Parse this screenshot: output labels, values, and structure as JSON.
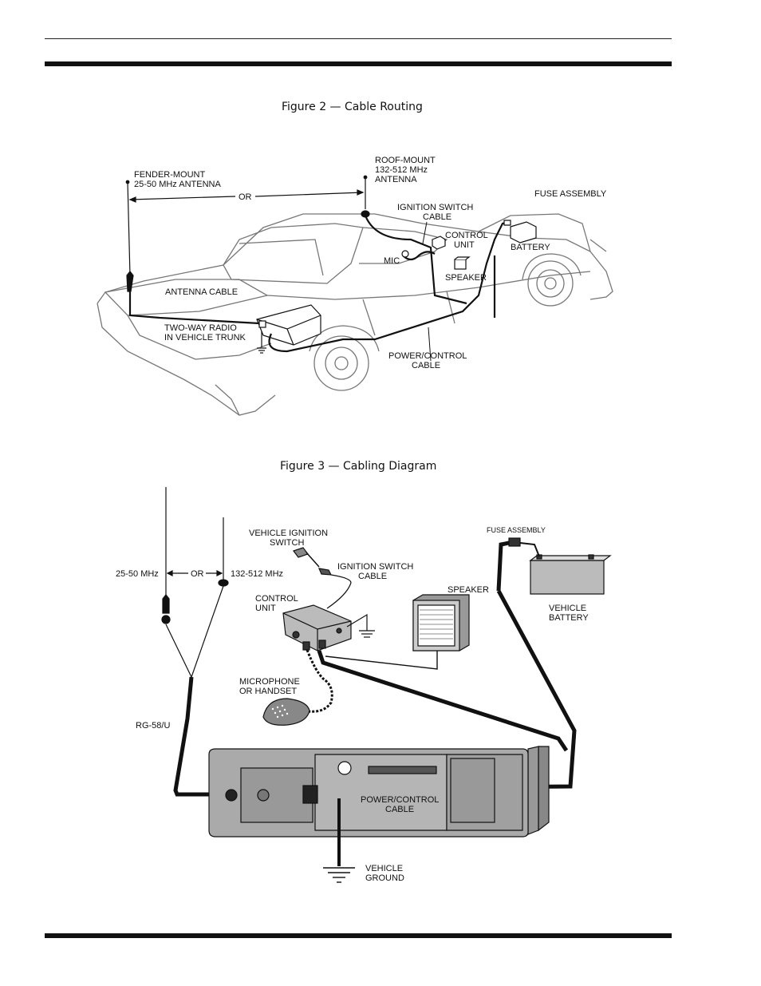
{
  "figure2": {
    "title": "Figure 2 — Cable Routing",
    "labels": {
      "fender_mount_1": "FENDER-MOUNT",
      "fender_mount_2": "25-50 MHz ANTENNA",
      "or": "OR",
      "roof_mount_1": "ROOF-MOUNT",
      "roof_mount_2": "132-512 MHz",
      "roof_mount_3": "ANTENNA",
      "fuse_assembly": "FUSE ASSEMBLY",
      "ignition_1": "IGNITION SWITCH",
      "ignition_2": "CABLE",
      "control_1": "CONTROL",
      "control_2": "UNIT",
      "battery": "BATTERY",
      "mic": "MIC",
      "speaker": "SPEAKER",
      "antenna_cable": "ANTENNA CABLE",
      "radio_1": "TWO-WAY RADIO",
      "radio_2": "IN VEHICLE TRUNK",
      "power_1": "POWER/CONTROL",
      "power_2": "CABLE"
    }
  },
  "figure3": {
    "title": "Figure 3 — Cabling Diagram",
    "labels": {
      "ignition_switch_1": "VEHICLE IGNITION",
      "ignition_switch_2": "SWITCH",
      "fuse_assembly": "FUSE  ASSEMBLY",
      "low_band": "25-50 MHz",
      "or": "OR",
      "high_band": "132-512 MHz",
      "ign_cable_1": "IGNITION SWITCH",
      "ign_cable_2": "CABLE",
      "control_1": "CONTROL",
      "control_2": "UNIT",
      "speaker": "SPEAKER",
      "battery_1": "VEHICLE",
      "battery_2": "BATTERY",
      "microphone_1": "MICROPHONE",
      "microphone_2": "OR HANDSET",
      "rg58": "RG-58/U",
      "power_1": "POWER/CONTROL",
      "power_2": "CABLE",
      "ground_1": "VEHICLE",
      "ground_2": "GROUND"
    }
  }
}
